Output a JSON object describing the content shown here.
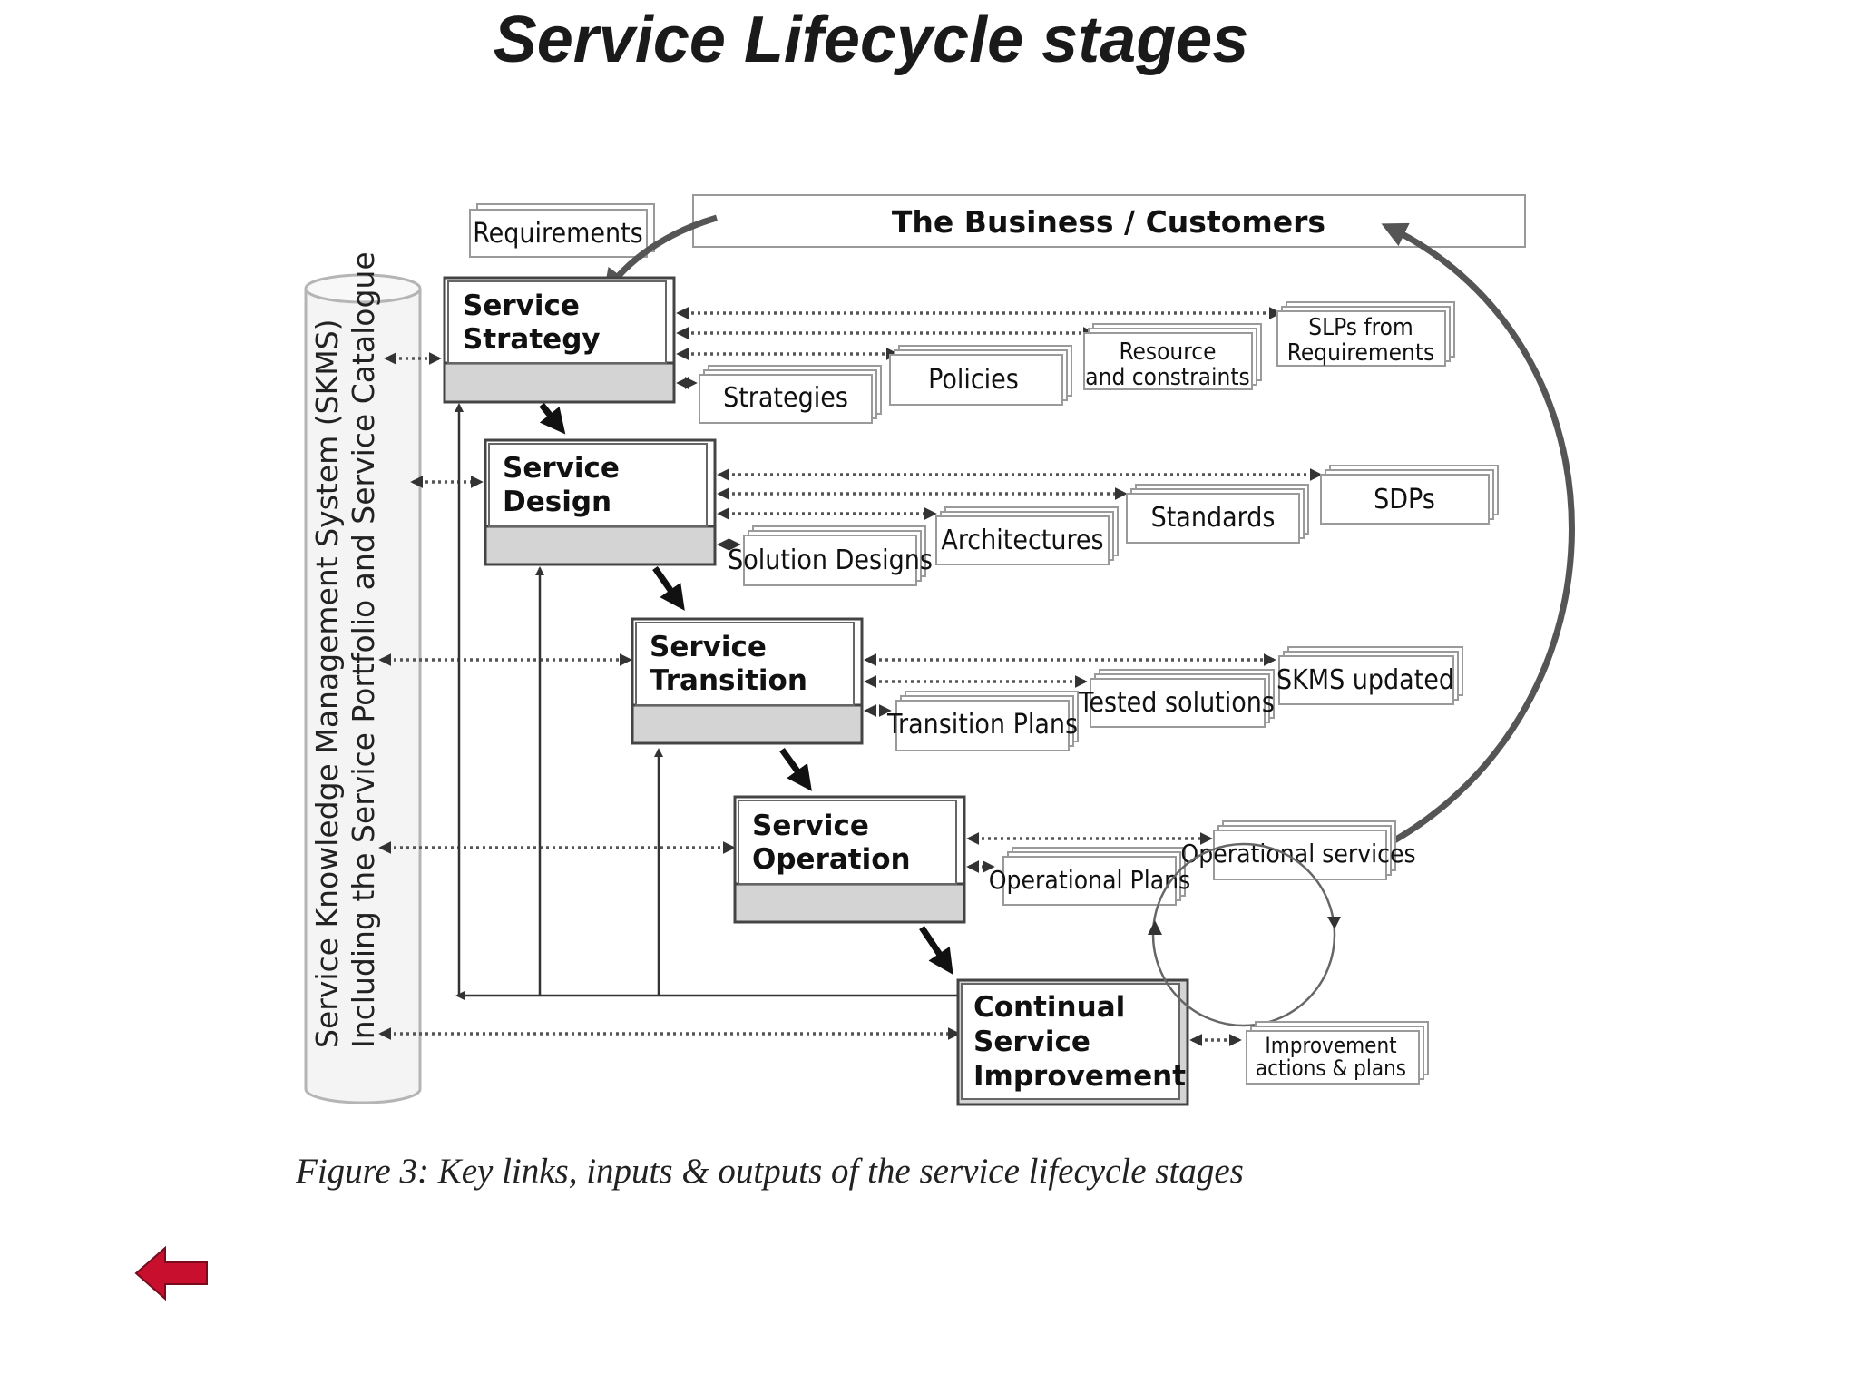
{
  "title": "Service Lifecycle stages",
  "business_label": "The Business / Customers",
  "requirements_label": "Requirements",
  "skms_label": {
    "line1": "Service Knowledge Management System (SKMS)",
    "line2": "Including the Service Portfolio and Service Catalogue"
  },
  "stages": {
    "strategy": {
      "line1": "Service",
      "line2": "Strategy"
    },
    "design": {
      "line1": "Service",
      "line2": "Design"
    },
    "transition": {
      "line1": "Service",
      "line2": "Transition"
    },
    "operation": {
      "line1": "Service",
      "line2": "Operation"
    },
    "csi": {
      "line1": "Continual",
      "line2": "Service",
      "line3": "Improvement"
    }
  },
  "outputs": {
    "strategies": "Strategies",
    "policies": "Policies",
    "resource": {
      "line1": "Resource",
      "line2": "and constraints"
    },
    "slps": {
      "line1": "SLPs from",
      "line2": "Requirements"
    },
    "solution_designs": "Solution Designs",
    "architectures": "Architectures",
    "standards": "Standards",
    "sdps": "SDPs",
    "transition_plans": "Transition Plans",
    "tested_solutions": "Tested solutions",
    "skms_updated": "SKMS updated",
    "operational_plans": "Operational Plans",
    "operational_services": "Operational services",
    "improvement": {
      "line1": "Improvement",
      "line2": "actions & plans"
    }
  },
  "caption": "Figure 3: Key links, inputs & outputs of the service lifecycle stages",
  "back_icon_color": "#c8102e"
}
